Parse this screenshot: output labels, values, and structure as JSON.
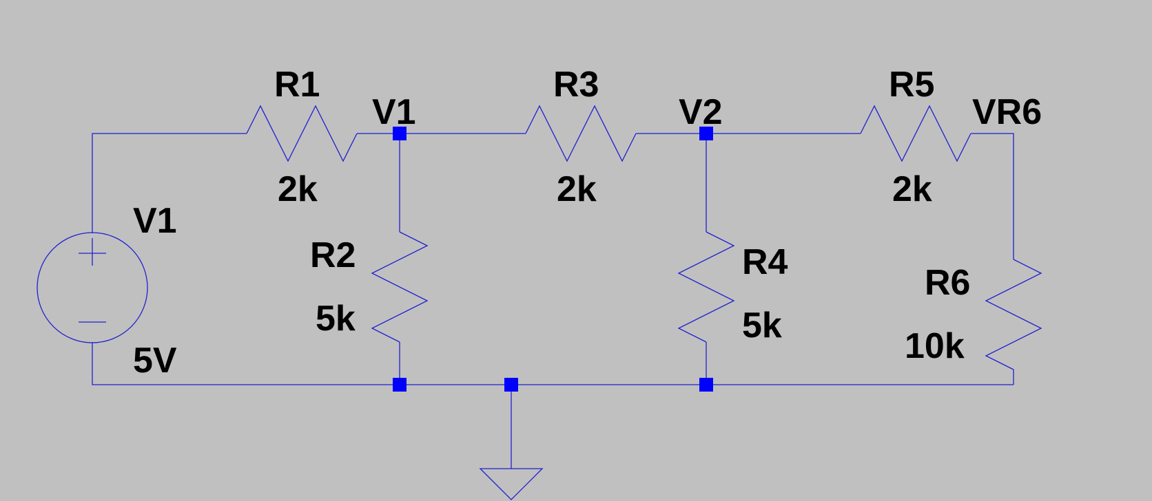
{
  "schematic": {
    "colors": {
      "background": "#c0c0c0",
      "wire": "#1f1fd0",
      "junction": "#0000ff",
      "text": "#000000"
    },
    "source": {
      "name": "V1",
      "value": "5V"
    },
    "resistors": [
      {
        "name": "R1",
        "value": "2k"
      },
      {
        "name": "R2",
        "value": "5k"
      },
      {
        "name": "R3",
        "value": "2k"
      },
      {
        "name": "R4",
        "value": "5k"
      },
      {
        "name": "R5",
        "value": "2k"
      },
      {
        "name": "R6",
        "value": "10k"
      }
    ],
    "nets": {
      "v1": "V1",
      "v2": "V2",
      "vr6": "VR6"
    }
  }
}
